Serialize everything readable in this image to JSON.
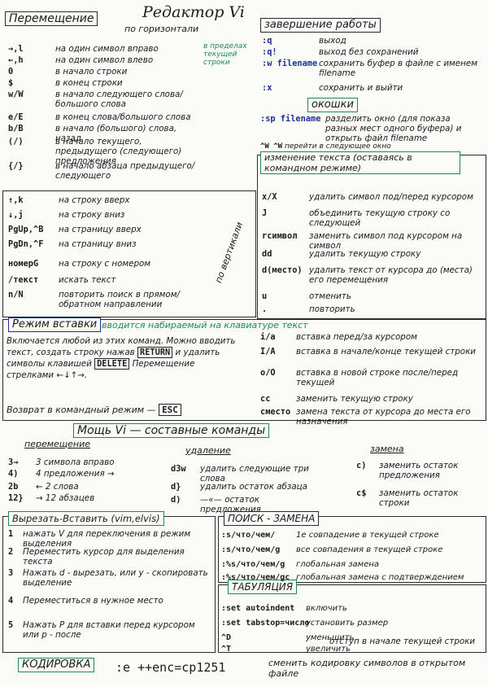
{
  "title": "Редактор Vi",
  "move": {
    "heading": "Перемещение",
    "horiz": "по горизонтали",
    "note": "в пределах текущей строки",
    "items": [
      {
        "k": "→,l",
        "t": "на один символ вправо"
      },
      {
        "k": "←,h",
        "t": "на один символ влево"
      },
      {
        "k": "0",
        "t": "в начало строки"
      },
      {
        "k": "$",
        "t": "в конец строки"
      },
      {
        "k": "w/W",
        "t": "в начало следующего слова/большого слова"
      },
      {
        "k": "e/E",
        "t": "в конец слова/большого слова"
      },
      {
        "k": "b/B",
        "t": "в начало (большого) слова, назад"
      },
      {
        "k": "(/)",
        "t": "в начало текущего, предыдущего (следующего) предложения"
      },
      {
        "k": "{/}",
        "t": "в начало абзаца предыдущего/следующего"
      }
    ],
    "vert_label": "по вертикали",
    "vert_items": [
      {
        "k": "↑,k",
        "t": "на строку вверх"
      },
      {
        "k": "↓,j",
        "t": "на строку вниз"
      },
      {
        "k": "PgUp,^B",
        "t": "на страницу вверх"
      },
      {
        "k": "PgDn,^F",
        "t": "на страницу вниз"
      },
      {
        "k": "номерG",
        "t": "на строку с номером"
      },
      {
        "k": "/текст",
        "t": "искать текст"
      },
      {
        "k": "n/N",
        "t": "повторить поиск в прямом/обратном направлении"
      }
    ]
  },
  "exit": {
    "heading": "завершение работы",
    "items": [
      {
        "k": ":q",
        "t": "выход"
      },
      {
        "k": ":q!",
        "t": "выход без сохранений"
      },
      {
        "k": ":w filename",
        "t": "сохранить буфер в файле с именем filename"
      },
      {
        "k": ":x",
        "t": "сохранить и выйти"
      }
    ]
  },
  "windows": {
    "heading": "окошки",
    "k": ":sp filename",
    "t": "разделить окно (для показа разных мест одного буфера) и открыть файл filename",
    "k2": "^W ^W",
    "t2": "перейти в следующее окно"
  },
  "edit": {
    "heading": "изменение текста (оставаясь в командном режиме)",
    "items": [
      {
        "k": "x/X",
        "t": "удалить символ под/перед курсором"
      },
      {
        "k": "J",
        "t": "объединить текущую строку со следующей"
      },
      {
        "k": "rсимвол",
        "t": "заменить символ под курсором на символ"
      },
      {
        "k": "dd",
        "t": "удалить текущую строку"
      },
      {
        "k": "d(место)",
        "t": "удалить текст от курсора до (места) его перемещения"
      },
      {
        "k": "u",
        "t": "отменить"
      },
      {
        "k": ".",
        "t": "повторить"
      }
    ]
  },
  "insert": {
    "heading": "Режим вставки",
    "sub": "вводится набираемый на клавиатуре текст",
    "desc": "Включается любой из этих команд. Можно вводить текст, создать строку нажав",
    "k_return": "RETURN",
    "desc2": "и удалить символы клавишей",
    "k_delete": "DELETE",
    "desc3": "Перемещение стрелками ←↓↑→.",
    "back": "Возврат в командный режим —",
    "k_esc": "ESC",
    "items": [
      {
        "k": "i/a",
        "t": "вставка перед/за курсором"
      },
      {
        "k": "I/A",
        "t": "вставка в начале/конце текущей строки"
      },
      {
        "k": "o/O",
        "t": "вставка в новой строке после/перед текущей"
      },
      {
        "k": "cc",
        "t": "заменить текущую строку"
      },
      {
        "k": "cместо",
        "t": "замена текста от курсора до места его назначения"
      }
    ]
  },
  "power": {
    "heading": "Мощь Vi — составные команды",
    "col1": "перемещение",
    "col2": "удаление",
    "col3": "замена",
    "c1": [
      {
        "k": "3→",
        "t": "3 символа вправо"
      },
      {
        "k": "4)",
        "t": "4 предложения →"
      },
      {
        "k": "2b",
        "t": "← 2 слова"
      },
      {
        "k": "12}",
        "t": "→ 12 абзацев"
      }
    ],
    "c2": [
      {
        "k": "d3w",
        "t": "удалить следующие три слова"
      },
      {
        "k": "d}",
        "t": "удалить остаток абзаца"
      },
      {
        "k": "d)",
        "t": "—«— остаток предложения"
      }
    ],
    "c3": [
      {
        "k": "c)",
        "t": "заменить остаток предложения"
      },
      {
        "k": "c$",
        "t": "заменить остаток строки"
      }
    ]
  },
  "cut": {
    "heading": "Вырезать-Вставить (vim,elvis)",
    "items": [
      {
        "n": "1",
        "t": "нажать V для переключения в режим выделения"
      },
      {
        "n": "2",
        "t": "Переместить курсор для выделения текста"
      },
      {
        "n": "3",
        "t": "Нажать d - вырезать, или y - скопировать выделение"
      },
      {
        "n": "4",
        "t": "Переместиться в нужное место"
      },
      {
        "n": "5",
        "t": "Нажать P для вставки перед курсором или p - после"
      }
    ]
  },
  "search": {
    "heading": "ПОИСК - ЗАМЕНА",
    "items": [
      {
        "k": ":s/что/чем/",
        "t": "1е совпадение в текущей строке"
      },
      {
        "k": ":s/что/чем/g",
        "t": "все совпадения в текущей строке"
      },
      {
        "k": ":%s/что/чем/g",
        "t": "глобальная замена"
      },
      {
        "k": ":%s/что/чем/gc",
        "t": "глобальная замена с подтверждением"
      }
    ]
  },
  "tab": {
    "heading": "ТАБУЛЯЦИЯ",
    "items": [
      {
        "k": ":set autoindent",
        "t": "включить"
      },
      {
        "k": ":set tabstop=число",
        "t": "установить размер"
      },
      {
        "k": "^D",
        "t": "уменьшить"
      },
      {
        "k": "^T",
        "t": "увеличить"
      }
    ],
    "side": "отступ в начале текущей строки"
  },
  "enc": {
    "heading": "КОДИРОВКА",
    "k": ":e ++enc=cp1251",
    "t": "сменить кодировку символов в открытом файле"
  },
  "colors": {
    "green": "#1e8a4d",
    "blue": "#1d2f9a"
  }
}
